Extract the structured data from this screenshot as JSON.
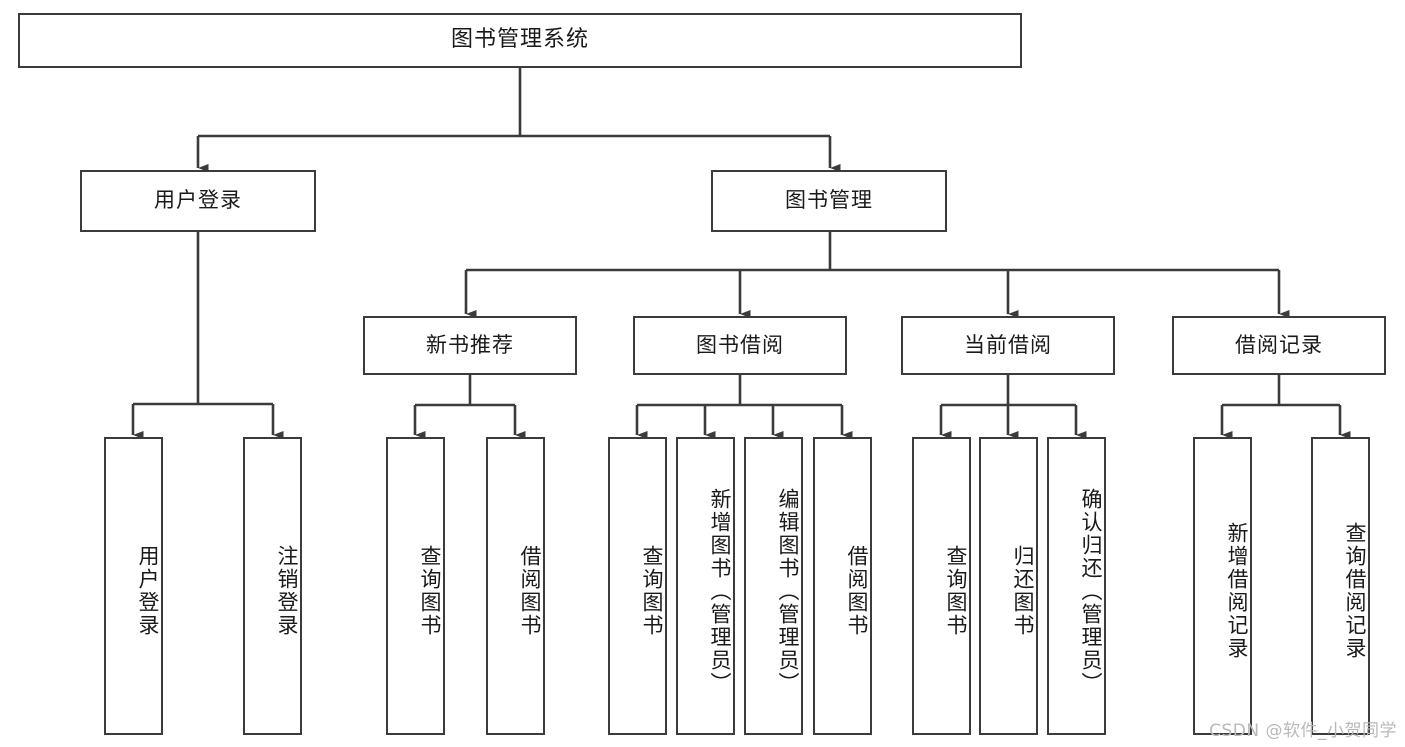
{
  "diagram": {
    "type": "tree-hierarchy",
    "title": "图书管理系统",
    "orientation": "top-down",
    "colors": {
      "box_border": "#3b3b3b",
      "box_fill": "#ffffff",
      "connector": "#3b3b3b",
      "text": "#1a1a1a",
      "watermark": "#b9b9b9"
    },
    "root": {
      "label": "图书管理系统"
    },
    "level2": [
      {
        "id": "user-login",
        "label": "用户登录"
      },
      {
        "id": "book-manage",
        "label": "图书管理"
      }
    ],
    "level3": [
      {
        "id": "new-book-recommend",
        "label": "新书推荐",
        "parent": "book-manage"
      },
      {
        "id": "book-borrow",
        "label": "图书借阅",
        "parent": "book-manage"
      },
      {
        "id": "current-borrow",
        "label": "当前借阅",
        "parent": "book-manage"
      },
      {
        "id": "borrow-record",
        "label": "借阅记录",
        "parent": "book-manage"
      }
    ],
    "leaves": {
      "user-login": [
        {
          "id": "leaf-user-login",
          "label": "用户登录"
        },
        {
          "id": "leaf-user-logout",
          "label": "注销登录"
        }
      ],
      "new-book-recommend": [
        {
          "id": "leaf-query-book-1",
          "label": "查询图书"
        },
        {
          "id": "leaf-borrow-book-1",
          "label": "借阅图书"
        }
      ],
      "book-borrow": [
        {
          "id": "leaf-query-book-2",
          "label": "查询图书"
        },
        {
          "id": "leaf-add-book",
          "label": "新增图书（管理员）"
        },
        {
          "id": "leaf-edit-book",
          "label": "编辑图书（管理员）"
        },
        {
          "id": "leaf-borrow-book-2",
          "label": "借阅图书"
        }
      ],
      "current-borrow": [
        {
          "id": "leaf-query-book-3",
          "label": "查询图书"
        },
        {
          "id": "leaf-return-book",
          "label": "归还图书"
        },
        {
          "id": "leaf-confirm-return",
          "label": "确认归还（管理员）"
        }
      ],
      "borrow-record": [
        {
          "id": "leaf-add-record",
          "label": "新增借阅记录"
        },
        {
          "id": "leaf-query-record",
          "label": "查询借阅记录"
        }
      ]
    }
  },
  "watermark": {
    "text": "CSDN @软件_小贺同学"
  }
}
